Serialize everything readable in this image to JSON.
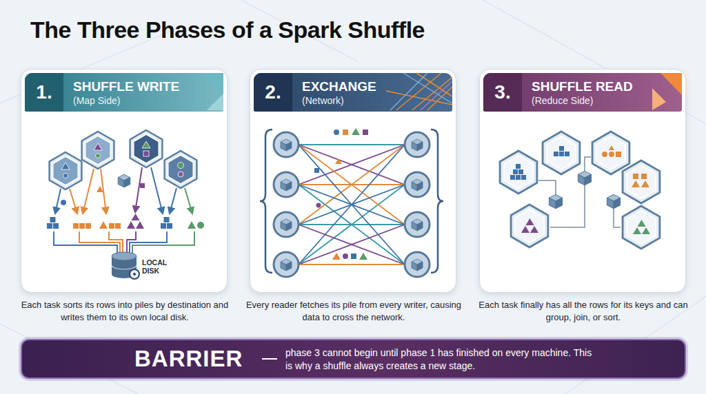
{
  "diagram": {
    "title": "The Three Phases of a Spark Shuffle",
    "nodes": [
      {
        "text": [
          "1.",
          "SHUFFLE WRITE",
          "(Map Side)",
          "Each task sorts its rows into piles by destination and writes them to its own local disk."
        ]
      },
      {
        "text": [
          "2.",
          "EXCHANGE",
          "(Network)",
          "Every reader fetches its pile from every writer, causing data to cross the network."
        ]
      },
      {
        "text": [
          "3.",
          "SHUFFLE READ",
          "(Reduce Side)",
          "Each task finally has all the rows for its keys and can group, join, or sort."
        ]
      },
      {
        "text": [
          "BARRIER",
          "phase 3 cannot begin until phase 1 has finished on every machine. This is why a shuffle always creates a new stage."
        ]
      }
    ],
    "labels": [
      "LOCAL DISK"
    ]
  }
}
